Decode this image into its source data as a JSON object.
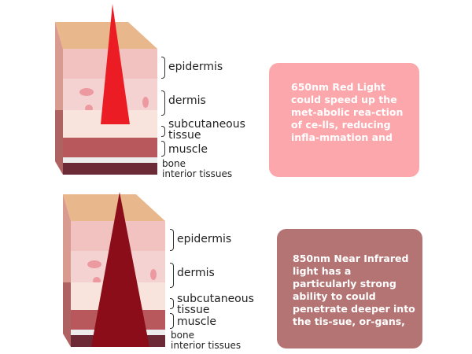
{
  "panels": [
    {
      "labels": {
        "epidermis": "epidermis",
        "dermis": "dermis",
        "subcutaneous": "subcutaneous",
        "tissue": "tissue",
        "muscle": "muscle",
        "bone": "bone",
        "interior": "interior tissues"
      },
      "description": "650nm Red Light could speed up the met-abolic rea-ction of ce-lls, reducing infla-mmation and",
      "box_color": "#fba7ab",
      "beam_color": "#ec1c24"
    },
    {
      "labels": {
        "epidermis": "epidermis",
        "dermis": "dermis",
        "subcutaneous": "subcutaneous",
        "tissue": "tissue",
        "muscle": "muscle",
        "bone": "bone",
        "interior": "interior tissues"
      },
      "description": "850nm Near Infrared light has a particularly strong ability to could penetrate deeper into the tis-sue, or-gans,",
      "box_color": "#b57474",
      "beam_color": "#8b0d1a"
    }
  ]
}
